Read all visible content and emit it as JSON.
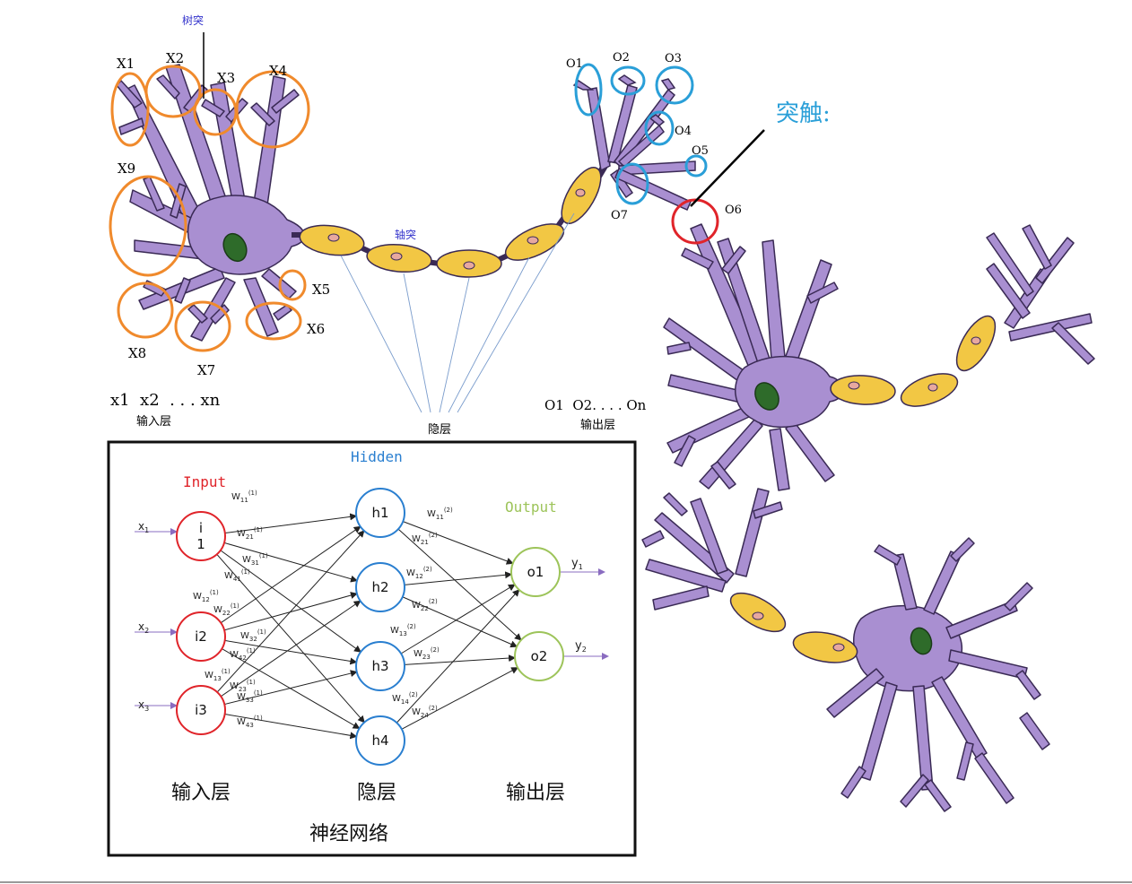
{
  "neuron": {
    "dendrite_label": "树突",
    "axon_label": "轴突",
    "synapse_label": "突触:",
    "inputs": [
      "X1",
      "X2",
      "X3",
      "X4",
      "X5",
      "X6",
      "X7",
      "X8",
      "X9"
    ],
    "outputs": [
      "O1",
      "O2",
      "O3",
      "O4",
      "O5",
      "O6",
      "O7"
    ],
    "input_seq": "x1  x2  . . . xn",
    "output_seq": "O1  O2. . . . On",
    "input_layer_caption": "输入层",
    "hidden_layer_caption": "隐层",
    "output_layer_caption": "输出层"
  },
  "network": {
    "hidden_title": "Hidden",
    "input_title": "Input",
    "output_title": "Output",
    "input_nodes": [
      "i\n1",
      "i2",
      "i3"
    ],
    "hidden_nodes": [
      "h1",
      "h2",
      "h3",
      "h4"
    ],
    "output_nodes": [
      "o1",
      "o2"
    ],
    "x_labels": [
      "x1",
      "x2",
      "x3"
    ],
    "y_labels": [
      "y1",
      "y2"
    ],
    "weights_layer1": [
      "W11(1)",
      "W21(1)",
      "W31(1)",
      "W41(1)",
      "W12(1)",
      "W22(1)",
      "W32(1)",
      "W42(1)",
      "W13(1)",
      "W23(1)",
      "W33(1)",
      "W43(1)"
    ],
    "weights_layer2": [
      "W11(2)",
      "W21(2)",
      "W12(2)",
      "W22(2)",
      "W13(2)",
      "W23(2)",
      "W14(2)",
      "W24(2)"
    ],
    "caption_input": "输入层",
    "caption_hidden": "隐层",
    "caption_output": "输出层",
    "caption_main": "神经网络"
  },
  "colors": {
    "cell": "#a98fd1",
    "cell_stroke": "#3a2a55",
    "myelin": "#f2c744",
    "nucleus": "#2e6b2a",
    "orange": "#f08a2c",
    "blue": "#2a9fd8",
    "red": "#e0242a",
    "green": "#9dc45a"
  }
}
